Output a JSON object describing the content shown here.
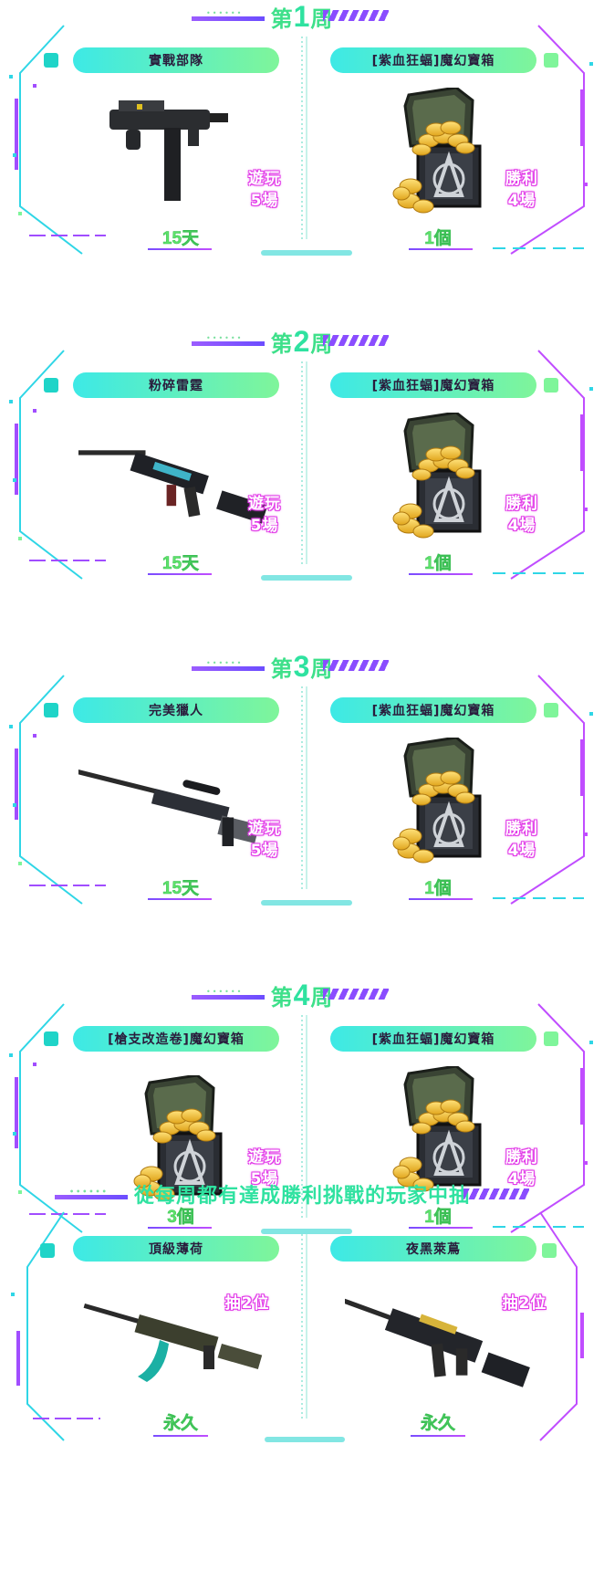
{
  "weeks": [
    {
      "label_prefix": "第",
      "number": "1",
      "label_suffix": "周",
      "left": {
        "name": "實戰部隊",
        "condition_line1": "遊玩",
        "condition_line2": "5場",
        "amount": "15天",
        "image": "smg-icon"
      },
      "right": {
        "name": "[紫血狂蝠]魔幻寶箱",
        "condition_line1": "勝利",
        "condition_line2": "4場",
        "amount": "1個",
        "image": "treasure-chest-icon"
      }
    },
    {
      "label_prefix": "第",
      "number": "2",
      "label_suffix": "周",
      "left": {
        "name": "粉碎雷霆",
        "condition_line1": "遊玩",
        "condition_line2": "5場",
        "amount": "15天",
        "image": "assault-rifle-icon"
      },
      "right": {
        "name": "[紫血狂蝠]魔幻寶箱",
        "condition_line1": "勝利",
        "condition_line2": "4場",
        "amount": "1個",
        "image": "treasure-chest-icon"
      }
    },
    {
      "label_prefix": "第",
      "number": "3",
      "label_suffix": "周",
      "left": {
        "name": "完美獵人",
        "condition_line1": "遊玩",
        "condition_line2": "5場",
        "amount": "15天",
        "image": "sniper-rifle-icon"
      },
      "right": {
        "name": "[紫血狂蝠]魔幻寶箱",
        "condition_line1": "勝利",
        "condition_line2": "4場",
        "amount": "1個",
        "image": "treasure-chest-icon"
      }
    },
    {
      "label_prefix": "第",
      "number": "4",
      "label_suffix": "周",
      "left": {
        "name": "[槍支改造卷]魔幻寶箱",
        "condition_line1": "遊玩",
        "condition_line2": "5場",
        "amount": "3個",
        "image": "treasure-chest-icon"
      },
      "right": {
        "name": "[紫血狂蝠]魔幻寶箱",
        "condition_line1": "勝利",
        "condition_line2": "4場",
        "amount": "1個",
        "image": "treasure-chest-icon"
      }
    }
  ],
  "draw": {
    "title": "從每周都有達成勝利挑戰的玩家中抽",
    "left": {
      "name": "頂級薄荷",
      "condition": "抽2位",
      "amount": "永久",
      "image": "rifle-teal-icon"
    },
    "right": {
      "name": "夜黑萊蔦",
      "condition": "抽2位",
      "amount": "永久",
      "image": "rifle-gold-icon"
    }
  },
  "colors": {
    "accent_green": "#3ee08a",
    "pill_from": "#3de9e6",
    "pill_to": "#7ff59a",
    "frame_purple": "#a14dff",
    "frame_cyan": "#2fd6e6",
    "badge_pink": "#e23ce8"
  }
}
